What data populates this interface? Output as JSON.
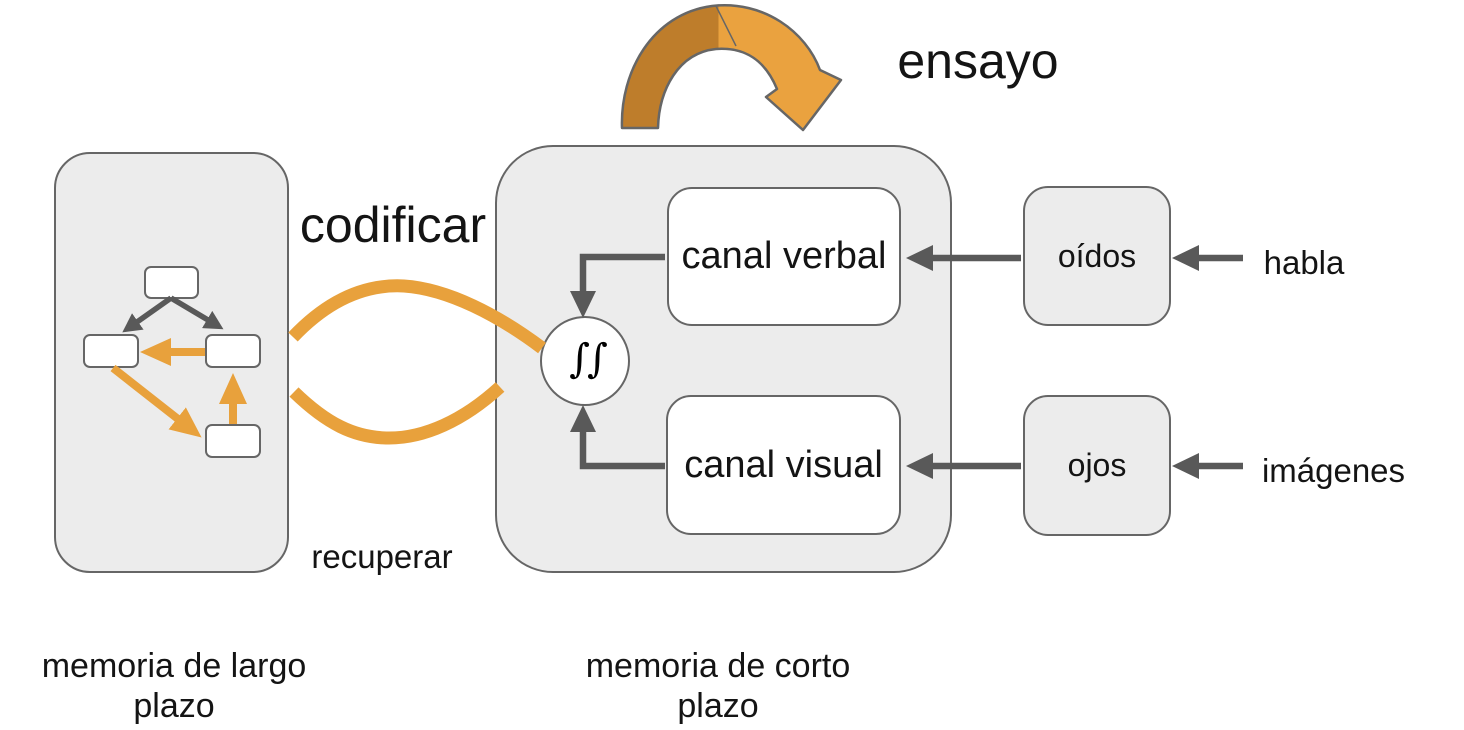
{
  "diagram": {
    "title_labels": {
      "ensayo": "ensayo",
      "codificar": "codificar",
      "recuperar": "recuperar"
    },
    "long_term_memory": {
      "caption": "memoria de largo plazo"
    },
    "short_term_memory": {
      "caption": "memoria de corto plazo",
      "verbal_channel": "canal verbal",
      "visual_channel": "canal visual",
      "integration_symbol": "∫∫"
    },
    "inputs": {
      "ears": "oídos",
      "eyes": "ojos",
      "speech": "habla",
      "images": "imágenes"
    },
    "colors": {
      "orange": "#E8A13C",
      "orange_dark": "#BE7D2B",
      "arrow_gray": "#595959",
      "box_fill": "#ECECEC",
      "box_border": "#666666"
    }
  }
}
